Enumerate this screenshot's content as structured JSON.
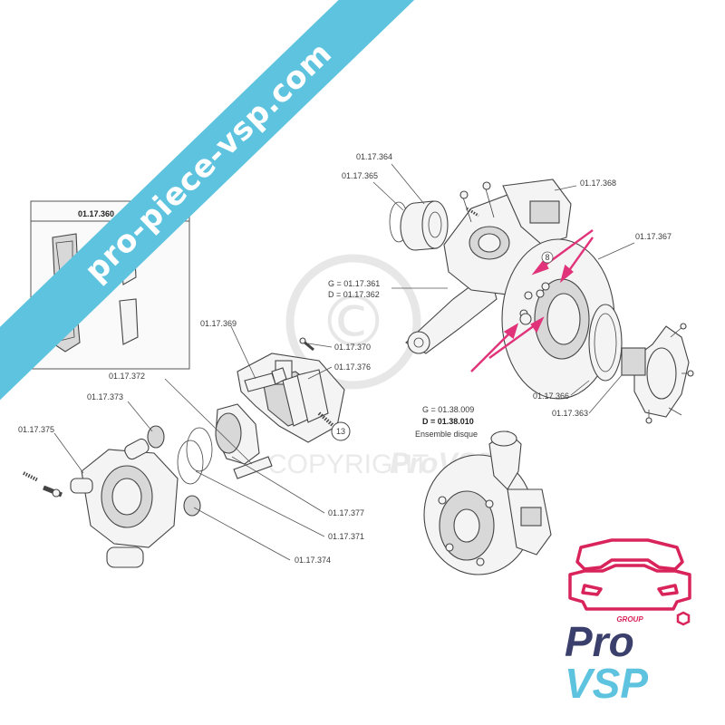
{
  "watermark": {
    "banner_text": "pro-piece-vsp.com",
    "copyright_text": "COPYRIGHT",
    "brand_text": "ProVSP",
    "copyright_symbol": "©"
  },
  "logo": {
    "group_text": "GROUP",
    "line1": "Pro",
    "line2": "VSP",
    "colors": {
      "car_outline": "#d9245b",
      "pro": "#3a3f6b",
      "vsp": "#5ec3df"
    }
  },
  "diagram": {
    "kit_box_title": "01.17.360",
    "labels": {
      "p364": "01.17.364",
      "p365": "01.17.365",
      "p368": "01.17.368",
      "p367": "01.17.367",
      "p361": "G = 01.17.361",
      "p362": "D = 01.17.362",
      "p370": "01.17.370",
      "p376": "01.17.376",
      "p369": "01.17.369",
      "p372": "01.17.372",
      "p373": "01.17.373",
      "p375": "01.17.375",
      "p366": "01.17.366",
      "p363": "01.17.363",
      "p377": "01.17.377",
      "p371": "01.17.371",
      "p374": "01.17.374",
      "disc_g": "G = 01.38.009",
      "disc_d": "D = 01.38.010",
      "disc_caption": "Ensemble disque",
      "callout_13": "13",
      "callout_8": "8"
    },
    "arrow_color": "#e0337a"
  }
}
